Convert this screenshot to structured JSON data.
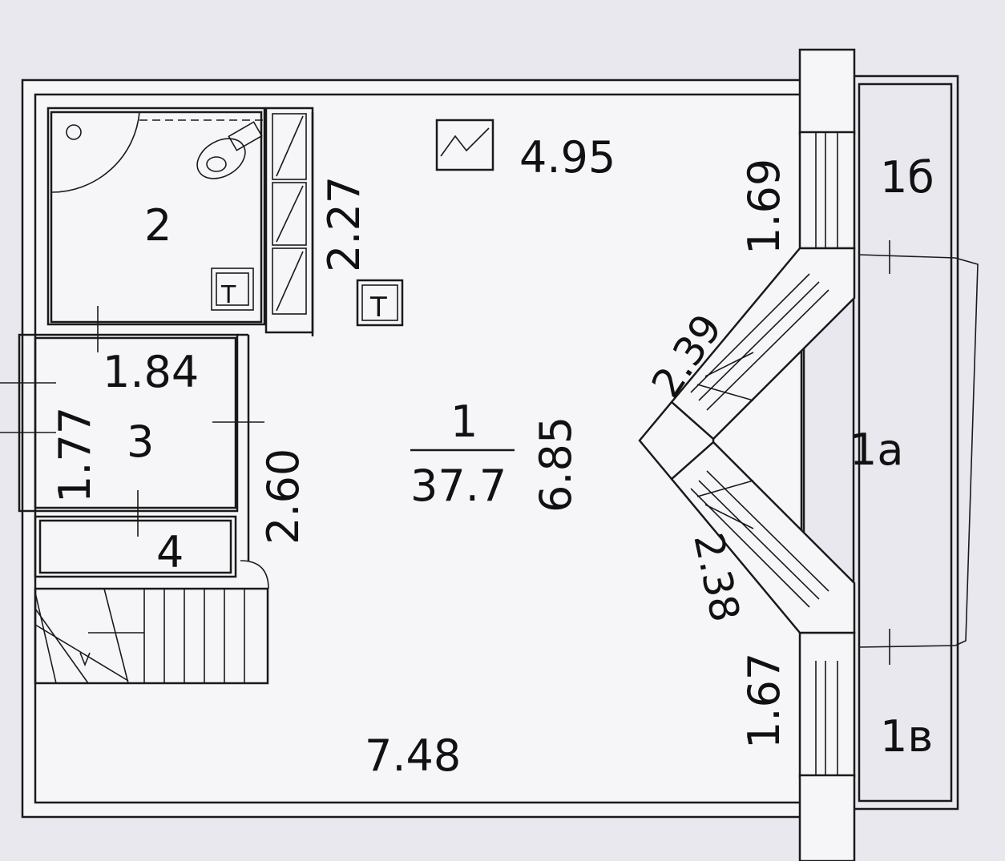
{
  "rooms": {
    "room_1_number": "1",
    "room_1_area": "37.7",
    "room_2": "2",
    "room_3": "3",
    "room_4": "4",
    "room_1a": "1а",
    "room_1b": "1б",
    "room_1v": "1в"
  },
  "dimensions": {
    "d_4_95": "4.95",
    "d_2_27": "2.27",
    "d_1_69": "1.69",
    "d_1_84": "1.84",
    "d_1_77": "1.77",
    "d_2_60": "2.60",
    "d_6_85": "6.85",
    "d_7_48": "7.48",
    "d_2_39": "2.39",
    "d_2_38": "2.38",
    "d_1_67": "1.67"
  },
  "symbols": {
    "t_mark_1": "T",
    "t_mark_2": "T"
  },
  "colors": {
    "background": "#e9e8ef",
    "line": "#1a1a1a"
  }
}
